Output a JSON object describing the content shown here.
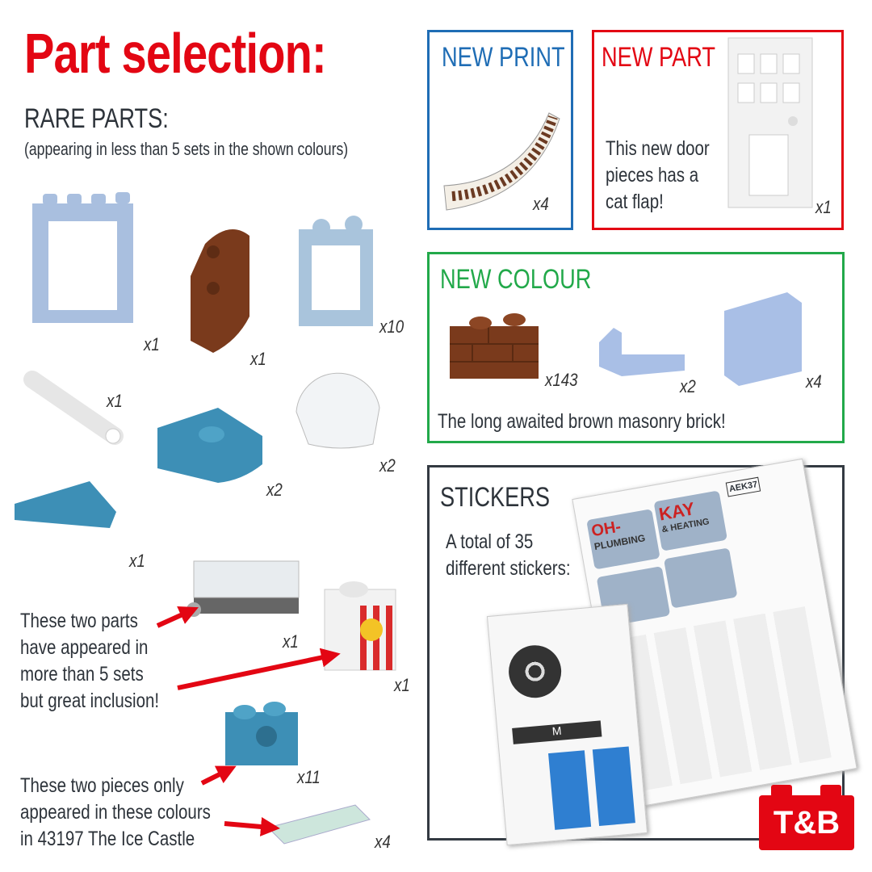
{
  "title": "Part selection:",
  "rare": {
    "heading": "RARE PARTS:",
    "subtitle": "(appearing in less than 5 sets in the shown colours)",
    "quantities": [
      "x1",
      "x1",
      "x10",
      "x1",
      "x2",
      "x2",
      "x1"
    ]
  },
  "common": {
    "note": [
      "These two parts",
      "have appeared in",
      "more than 5 sets",
      "but great inclusion!"
    ],
    "quantities": [
      "x1",
      "x1"
    ]
  },
  "ice": {
    "note": [
      "These two pieces only",
      "appeared in these colours",
      "in 43197 The Ice Castle"
    ],
    "quantities": [
      "x11",
      "x4"
    ]
  },
  "new_print": {
    "heading": "NEW PRINT",
    "quantity": "x4",
    "color": "#1f6db5"
  },
  "new_part": {
    "heading": "NEW PART",
    "text": [
      "This new door",
      "pieces has a",
      "cat flap!"
    ],
    "quantity": "x1",
    "color": "#e30613"
  },
  "new_colour": {
    "heading": "NEW COLOUR",
    "quantities": [
      "x143",
      "x2",
      "x4"
    ],
    "caption": "The long awaited brown masonry brick!",
    "color": "#22a94a"
  },
  "stickers": {
    "heading": "STICKERS",
    "text": [
      "A total of 35",
      "different stickers:"
    ],
    "sheet_labels": [
      "OH-",
      "PLUMBING",
      "KAY",
      "& HEATING",
      "AEK37",
      "M"
    ]
  },
  "logo": "T&B"
}
